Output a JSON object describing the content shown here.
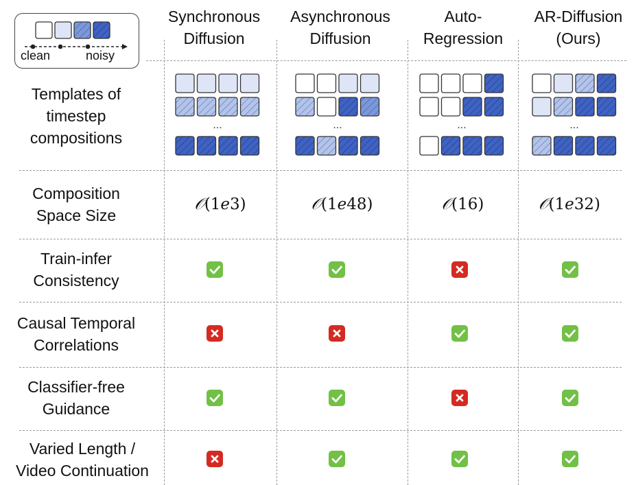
{
  "legend": {
    "clean_label": "clean",
    "noisy_label": "noisy"
  },
  "columns": [
    {
      "header": "Synchronous\nDiffusion"
    },
    {
      "header": "Asynchronous\nDiffusion"
    },
    {
      "header": "Auto-\nRegression"
    },
    {
      "header": "AR-Diffusion\n(Ours)"
    }
  ],
  "rows": [
    {
      "label": "Templates of\ntimestep\ncompositions"
    },
    {
      "label": "Composition\nSpace Size",
      "values": [
        "O(1e3)",
        "O(1e48)",
        "O(16)",
        "O(1e32)"
      ]
    },
    {
      "label": "Train-infer\nConsistency",
      "marks": [
        "check",
        "check",
        "cross",
        "check"
      ]
    },
    {
      "label": "Causal Temporal\nCorrelations",
      "marks": [
        "cross",
        "cross",
        "check",
        "check"
      ]
    },
    {
      "label": "Classifier-free\nGuidance",
      "marks": [
        "check",
        "check",
        "cross",
        "check"
      ]
    },
    {
      "label": "Varied Length /\nVideo Continuation",
      "marks": [
        "cross",
        "check",
        "check",
        "check"
      ]
    }
  ],
  "templates": [
    {
      "rows": [
        [
          1,
          1,
          1,
          1
        ],
        [
          2,
          2,
          2,
          2
        ],
        [
          4,
          4,
          4,
          4
        ]
      ]
    },
    {
      "rows": [
        [
          0,
          0,
          1,
          1
        ],
        [
          2,
          0,
          4,
          3
        ],
        [
          4,
          2,
          4,
          4
        ]
      ]
    },
    {
      "rows": [
        [
          0,
          0,
          0,
          4
        ],
        [
          0,
          0,
          4,
          4
        ],
        [
          0,
          4,
          4,
          4
        ]
      ]
    },
    {
      "rows": [
        [
          0,
          1,
          2,
          4
        ],
        [
          1,
          2,
          4,
          4
        ],
        [
          2,
          4,
          4,
          4
        ]
      ]
    }
  ],
  "ellipsis": "...",
  "colors": {
    "check_green": "#72c046",
    "cross_red": "#d42a22",
    "noise_levels": [
      "#ffffff",
      "#dde5f7",
      "#b2c4ec",
      "#7b98dc",
      "#3f63c4"
    ]
  }
}
